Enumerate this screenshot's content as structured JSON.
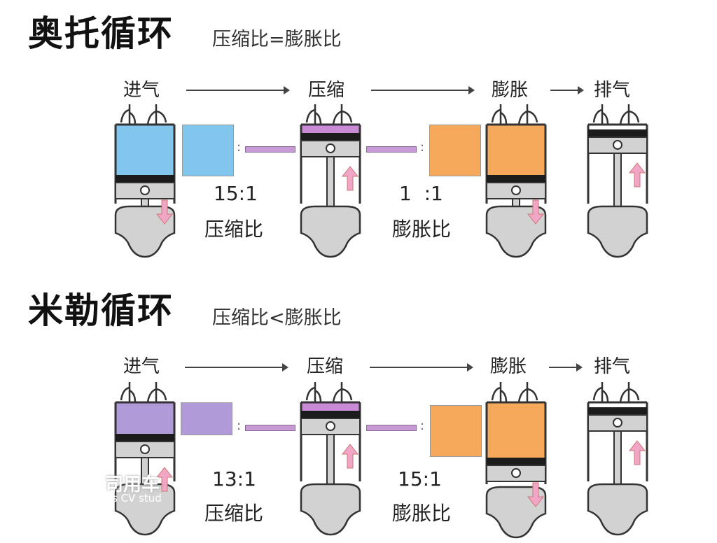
{
  "otto": {
    "title": "奥托循环",
    "subtitle": "压缩比=膨胀比",
    "stages": [
      "进气",
      "压缩",
      "膨胀",
      "排气"
    ],
    "compression_ratio": "15:1",
    "compression_label": "压缩比",
    "expansion_ratio": "1  :1",
    "expansion_label": "膨胀比"
  },
  "miller": {
    "title": "米勒循环",
    "subtitle": "压缩比<膨胀比",
    "stages": [
      "进气",
      "压缩",
      "膨胀",
      "排气"
    ],
    "compression_ratio": "13:1",
    "compression_label": "压缩比",
    "expansion_ratio": "15:1",
    "expansion_label": "膨胀比"
  },
  "watermark": {
    "line1": "司用车",
    "line2": "s CV stud"
  },
  "colors": {
    "blue": "#82c6ee",
    "purple_light": "#b09ad8",
    "purple_strip": "#c98ad6",
    "orange": "#f6a95a",
    "gray": "#d2d2d2",
    "pink": "#f2a6c6"
  }
}
